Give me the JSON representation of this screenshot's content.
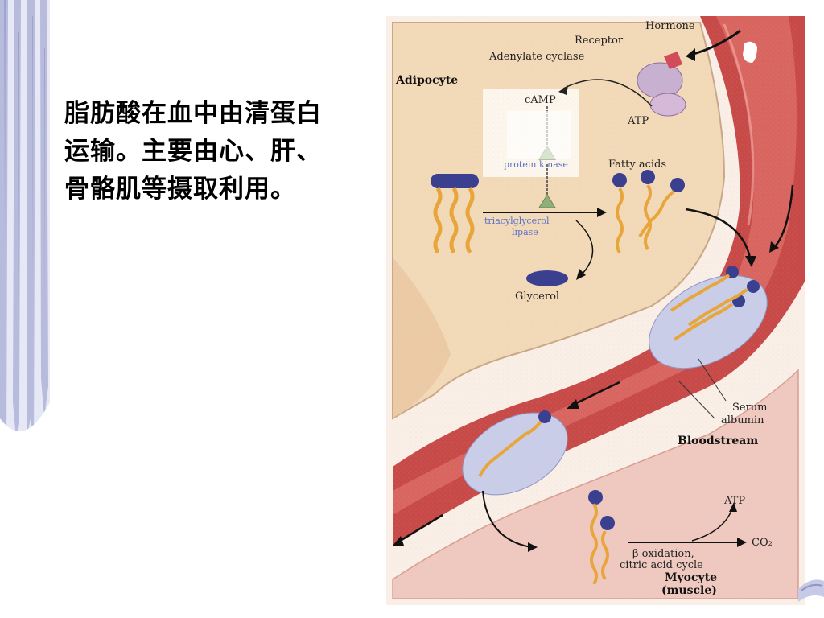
{
  "slide": {
    "text": "脂肪酸在血中由清蛋白运输。主要由心、肝、骨骼肌等摄取利用。"
  },
  "figure": {
    "labels": {
      "hormone": "Hormone",
      "receptor": "Receptor",
      "adenylate_cyclase": "Adenylate cyclase",
      "adipocyte": "Adipocyte",
      "camp": "cAMP",
      "atp_top": "ATP",
      "protein_kinase": "protein kinase",
      "fatty_acids": "Fatty acids",
      "tag_lipase_1": "triacylglycerol",
      "tag_lipase_2": "lipase",
      "glycerol": "Glycerol",
      "serum_albumin_1": "Serum",
      "serum_albumin_2": "albumin",
      "bloodstream": "Bloodstream",
      "atp_bottom": "ATP",
      "co2": "CO₂",
      "beta_oxidation_1": "β oxidation,",
      "beta_oxidation_2": "citric acid cycle",
      "myocyte_1": "Myocyte",
      "myocyte_2": "(muscle)"
    }
  },
  "colors": {
    "left_bar": "#d9dcf0",
    "left_bar_streak": "#a8acd2",
    "adipocyte": "#f2d9b8",
    "blood_vessel": "#c74a48",
    "blood_inner": "#d96560",
    "albumin": "#c9cde8",
    "fatty_acid_head": "#3a3f8f",
    "fatty_acid_tail": "#e8a63a",
    "muscle": "#efc9c0"
  }
}
